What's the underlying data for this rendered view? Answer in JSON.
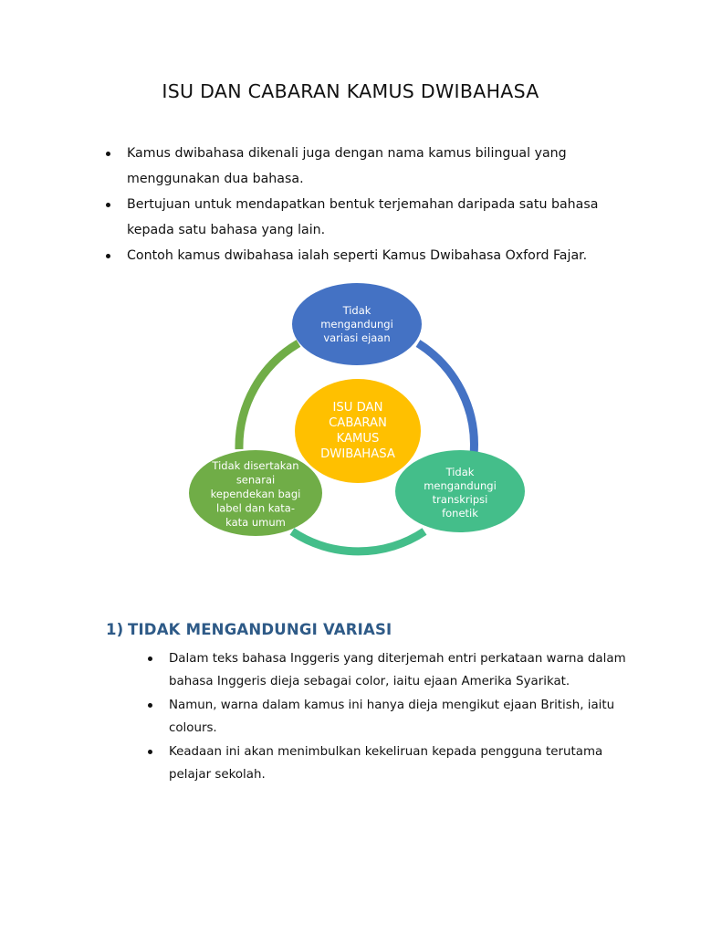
{
  "title": "ISU DAN CABARAN KAMUS DWIBAHASA",
  "intro_bullets": [
    "Kamus dwibahasa dikenali juga dengan nama kamus bilingual yang menggunakan dua bahasa.",
    "Bertujuan untuk mendapatkan bentuk terjemahan daripada satu bahasa kepada satu bahasa yang lain.",
    "Contoh kamus dwibahasa ialah seperti Kamus Dwibahasa Oxford Fajar."
  ],
  "diagram": {
    "center": {
      "lines": [
        "ISU DAN",
        "CABARAN",
        "KAMUS",
        "DWIBAHASA"
      ],
      "color": "#FFC000"
    },
    "nodes": [
      {
        "lines": [
          "Tidak",
          "mengandungi",
          "variasi ejaan"
        ],
        "color": "#4472C4"
      },
      {
        "lines": [
          "Tidak",
          "mengandungi",
          "transkripsi",
          "fonetik"
        ],
        "color": "#44BE8A"
      },
      {
        "lines": [
          "Tidak disertakan",
          "senarai",
          "kependekan bagi",
          "label dan kata-",
          "kata umum"
        ],
        "color": "#70AD47"
      }
    ]
  },
  "section1": {
    "number": "1)",
    "heading": "TIDAK MENGANDUNGI VARIASI",
    "color": "#2E5A87",
    "bullets": [
      "Dalam teks bahasa Inggeris yang diterjemah entri perkataan warna dalam bahasa Inggeris dieja sebagai color, iaitu ejaan Amerika Syarikat.",
      "Namun, warna dalam kamus ini hanya dieja mengikut ejaan British, iaitu colours.",
      "Keadaan ini akan menimbulkan kekeliruan kepada pengguna terutama pelajar sekolah."
    ]
  }
}
